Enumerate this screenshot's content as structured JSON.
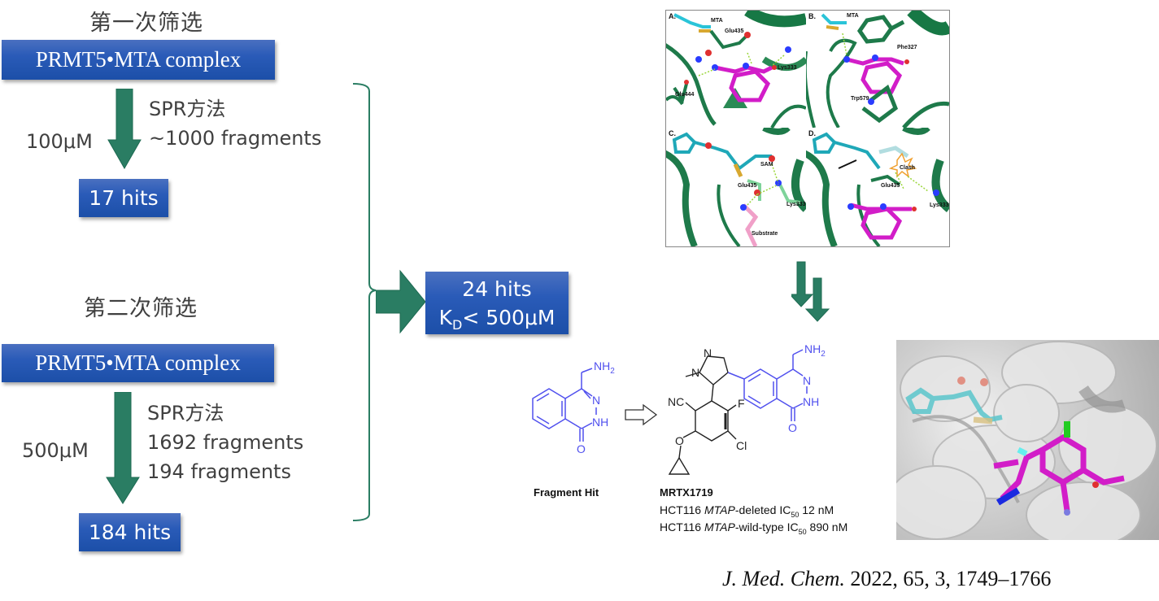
{
  "screen1": {
    "title": "第一次筛选",
    "target": "PRMT5•MTA complex",
    "concentration": "100μM",
    "method": "SPR方法",
    "library": "~1000 fragments",
    "result": "17 hits"
  },
  "screen2": {
    "title": "第二次筛选",
    "target": "PRMT5•MTA complex",
    "concentration": "500μM",
    "method": "SPR方法",
    "library": "1692 fragments",
    "library2": "194 fragments",
    "result": "184 hits"
  },
  "combined": {
    "hits": "24 hits",
    "kd_symbol": "K",
    "kd_sub": "D",
    "kd_value": "< 500μM"
  },
  "structure_panels": {
    "panel_a": {
      "label": "A.",
      "residues": [
        "MTA",
        "Glu435",
        "Lys333",
        "Glu444"
      ]
    },
    "panel_b": {
      "label": "B.",
      "residues": [
        "MTA",
        "Phe327",
        "Trp579"
      ]
    },
    "panel_c": {
      "label": "C.",
      "residues": [
        "SAM",
        "Glu435",
        "Lys333",
        "Substrate"
      ]
    },
    "panel_d": {
      "label": "D.",
      "residues": [
        "Clash",
        "Glu435",
        "Lys333"
      ]
    }
  },
  "chemistry": {
    "fragment_caption": "Fragment Hit",
    "compound_name": "MRTX1719",
    "line1_prefix": "HCT116 ",
    "line1_italic": "MTAP",
    "line1_mid": "-deleted IC",
    "line1_sub": "50",
    "line1_value": " 12 nM",
    "line2_prefix": "HCT116 ",
    "line2_italic": "MTAP",
    "line2_mid": "-wild-type IC",
    "line2_sub": "50",
    "line2_value": " 890 nM",
    "atoms": {
      "nh2": "NH",
      "nh2_sub": "2",
      "n": "N",
      "nh": "NH",
      "o": "O",
      "nc": "NC",
      "f": "F",
      "cl": "Cl"
    }
  },
  "citation": {
    "journal": "J. Med. Chem.",
    "details": " 2022, 65, 3, 1749–1766"
  },
  "colors": {
    "box_blue": "#1f52aa",
    "arrow_green": "#2a7d63",
    "chem_blue": "#4c4cff",
    "text_gray": "#404040"
  }
}
